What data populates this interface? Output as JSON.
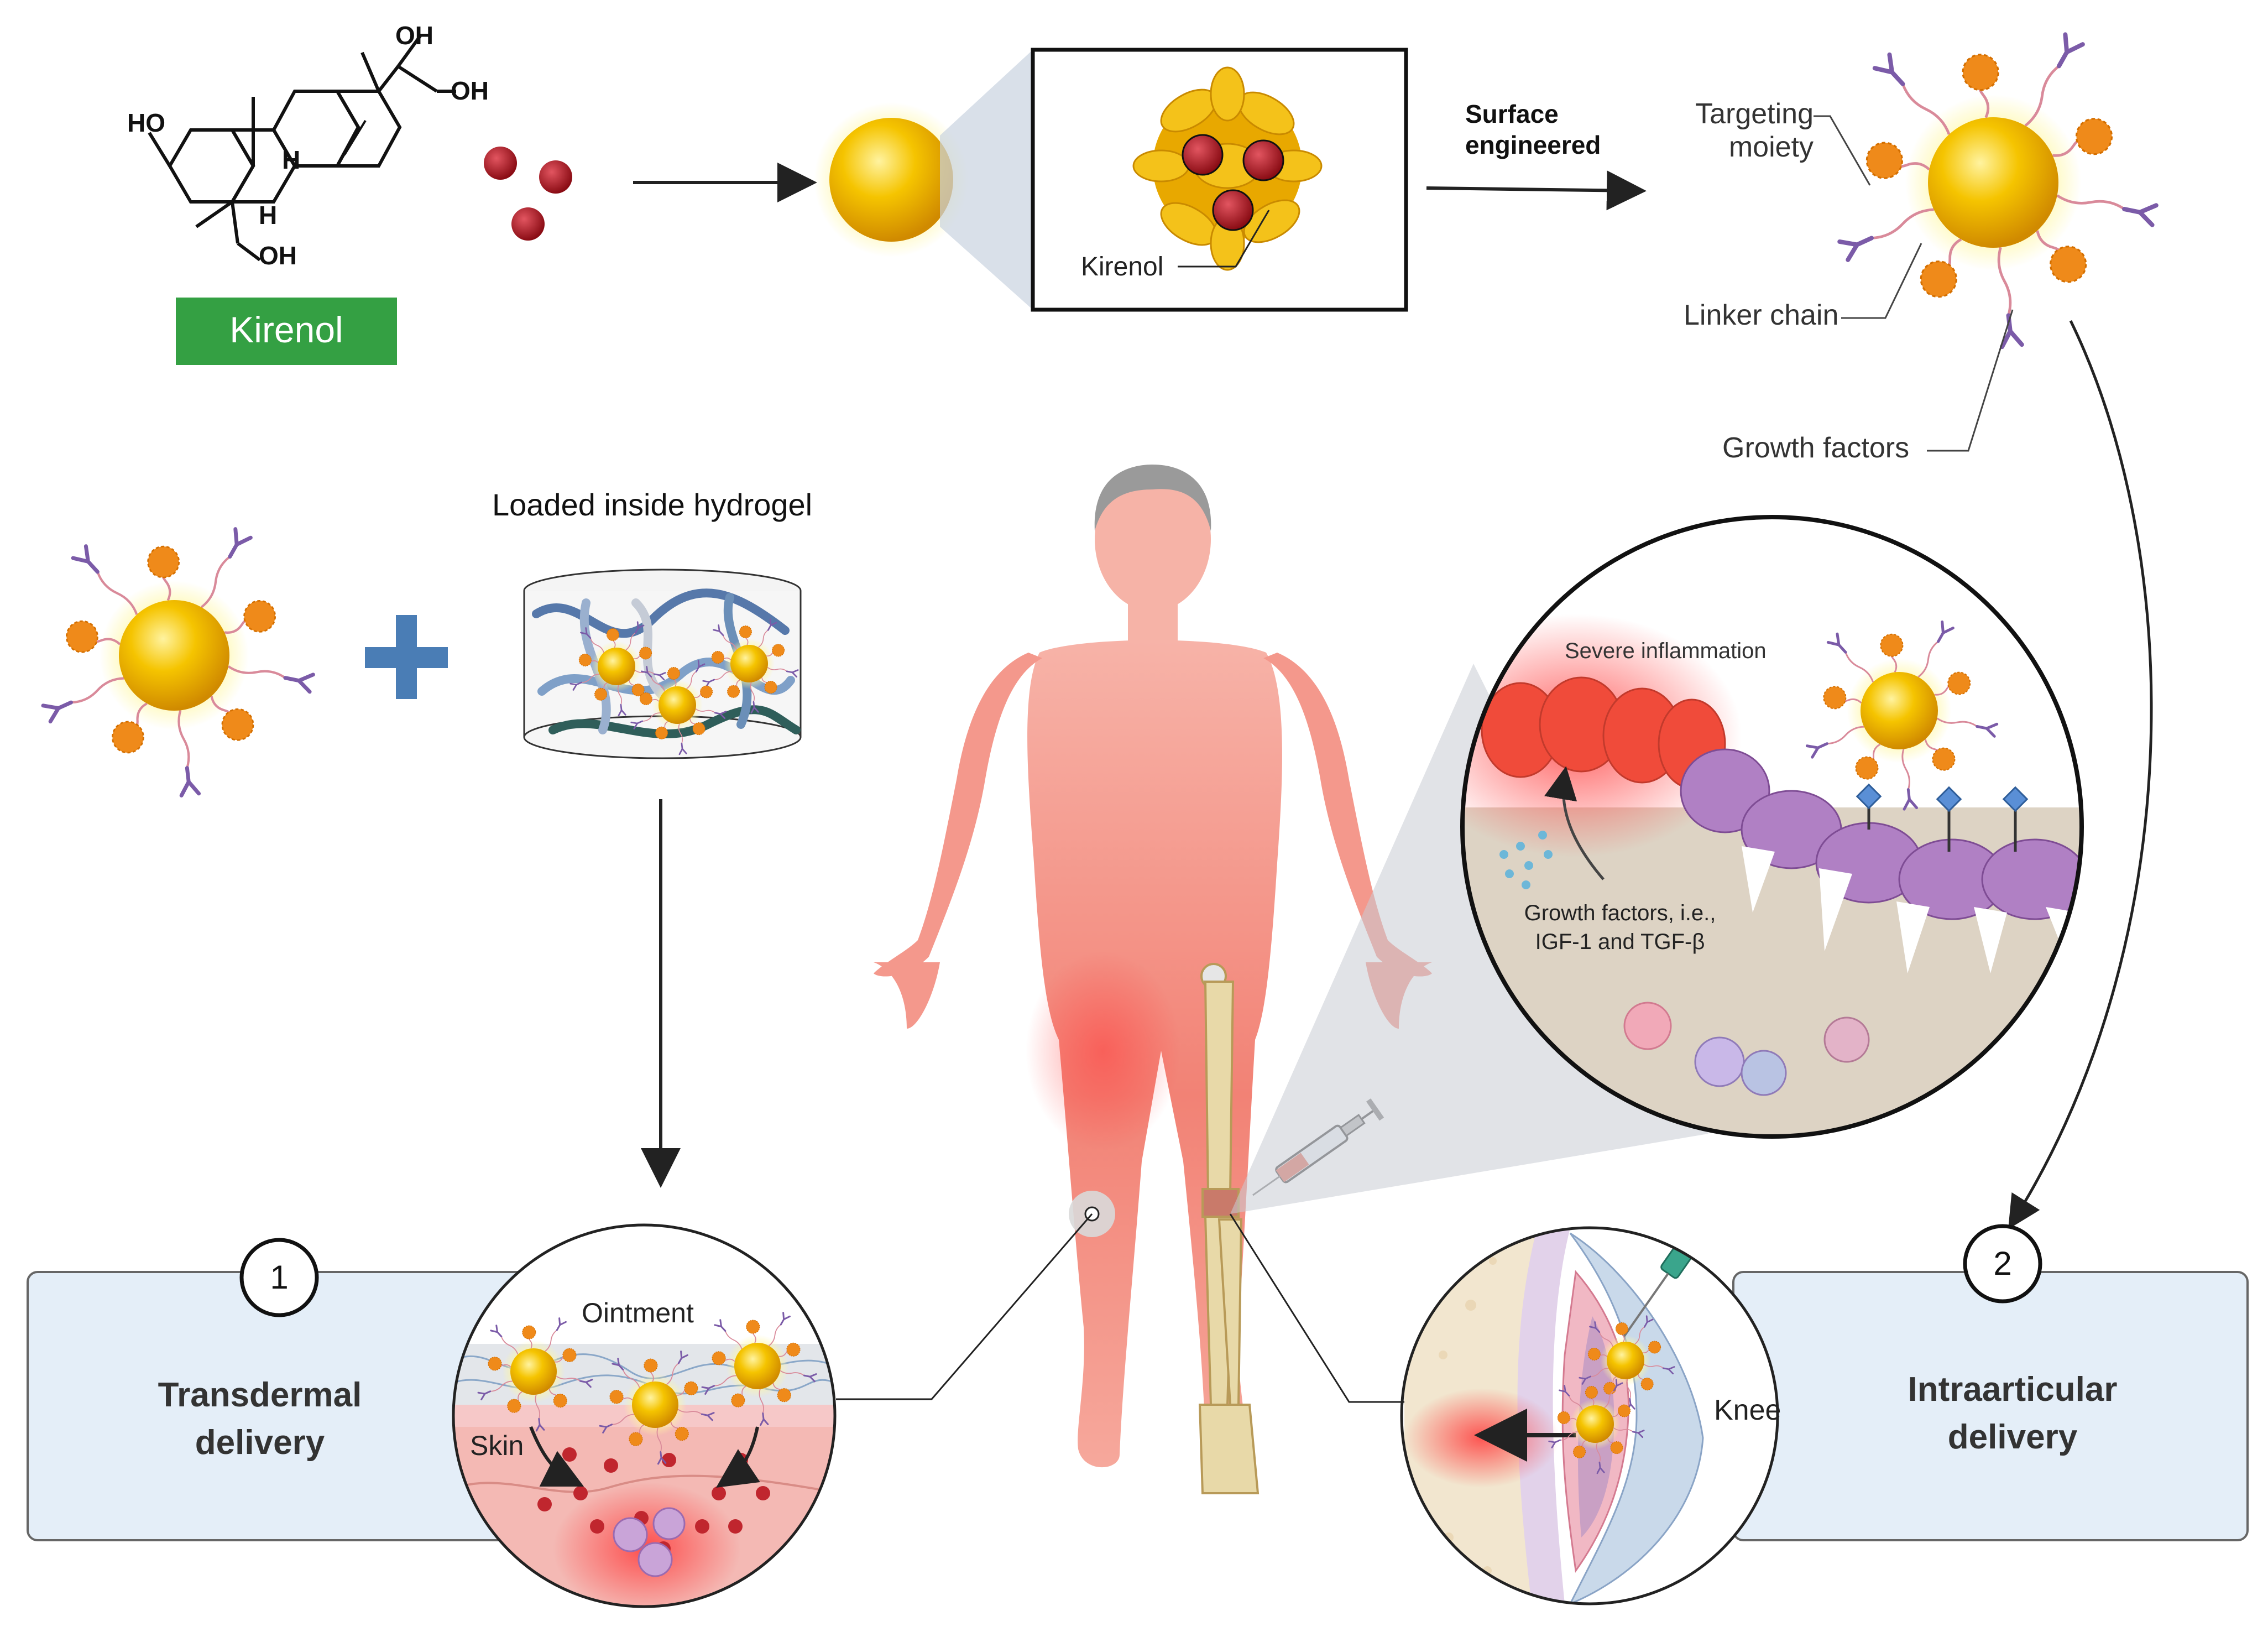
{
  "kirenol": {
    "name": "Kirenol",
    "label_color": "#2e9e3e",
    "groups": [
      "OH",
      "OH",
      "HO",
      "OH",
      "H",
      "H"
    ]
  },
  "nanoparticle": {
    "inset_label": "Kirenol",
    "surface_step": "Surface\nengineered",
    "targeting_label": "Targeting\nmoiety",
    "linker_label": "Linker chain",
    "growth_factor_label": "Growth factors"
  },
  "hydrogel": {
    "label": "Loaded inside hydrogel"
  },
  "inflammation": {
    "title": "Severe inflammation",
    "growth_factors": "Growth factors, i.e.,\nIGF-1 and TGF-β"
  },
  "transdermal": {
    "number": "1",
    "title": "Transdermal\ndelivery",
    "ointment_label": "Ointment",
    "skin_label": "Skin"
  },
  "intraarticular": {
    "number": "2",
    "title": "Intraarticular\ndelivery",
    "knee_label": "Knee"
  },
  "colors": {
    "gold": "#f0b400",
    "drug_red": "#b0141e",
    "panel_blue": "#e4eef8",
    "plus_blue": "#4a7db5",
    "body_pink": "#f2867e",
    "growth_orange": "#ef8a1a",
    "antibody_purple": "#7b5ba8"
  },
  "icons": [
    "kirenol-structure-icon",
    "gold-nanoparticle-icon",
    "dendrimer-icon",
    "hydrogel-icon",
    "human-body-icon",
    "leg-bone-icon",
    "syringe-icon",
    "knee-joint-icon",
    "skin-layer-icon",
    "immune-cell-icon"
  ]
}
